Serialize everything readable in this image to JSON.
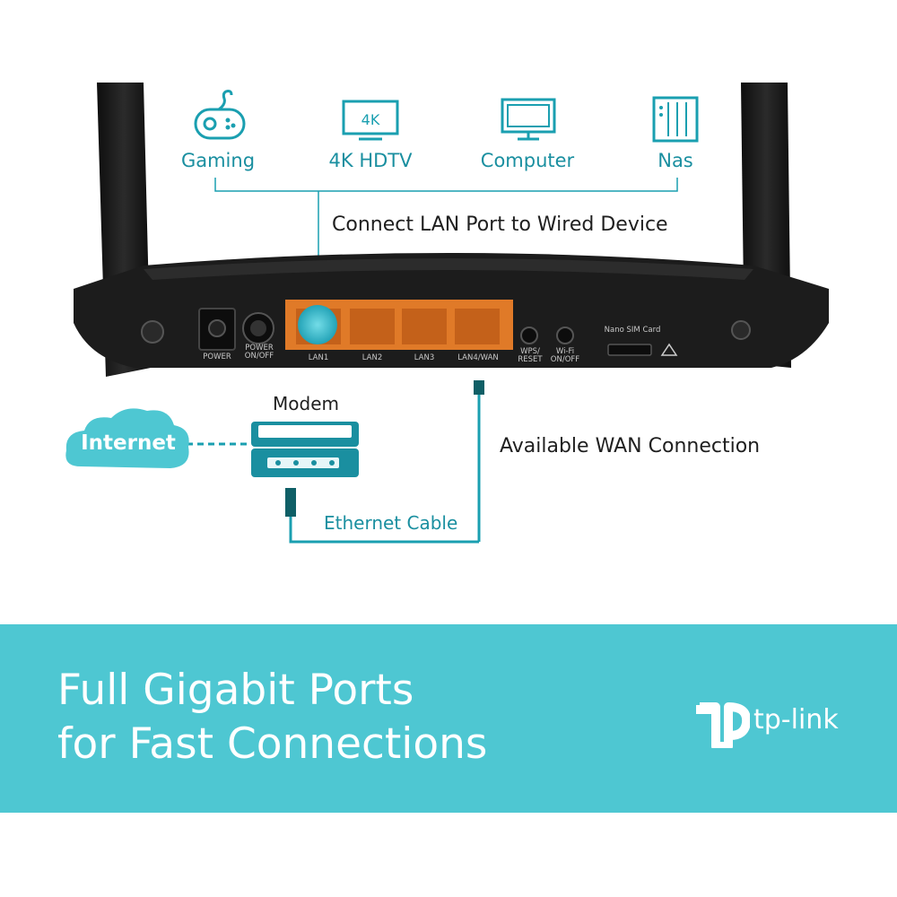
{
  "colors": {
    "teal": "#1a9fb0",
    "banner": "#4ec7d2",
    "port": "#e07a28",
    "router": "#1c1c1c"
  },
  "devices": [
    {
      "label": "Gaming",
      "icon": "gamepad-icon"
    },
    {
      "label": "4K HDTV",
      "icon": "tv-4k-icon",
      "icon_text": "4K"
    },
    {
      "label": "Computer",
      "icon": "monitor-icon"
    },
    {
      "label": "Nas",
      "icon": "nas-icon"
    }
  ],
  "captions": {
    "lan": "Connect LAN Port to Wired Device",
    "wan": "Available WAN Connection",
    "cable": "Ethernet Cable",
    "modem": "Modem",
    "internet": "Internet"
  },
  "router": {
    "ports": [
      "POWER",
      "POWER ON/OFF",
      "LAN1",
      "LAN2",
      "LAN3",
      "LAN4/WAN",
      "WPS/ RESET",
      "Wi-Fi ON/OFF"
    ],
    "sim": "Nano SIM Card"
  },
  "banner": {
    "line1": "Full Gigabit Ports",
    "line2": "for Fast Connections",
    "brand": "tp-link"
  }
}
